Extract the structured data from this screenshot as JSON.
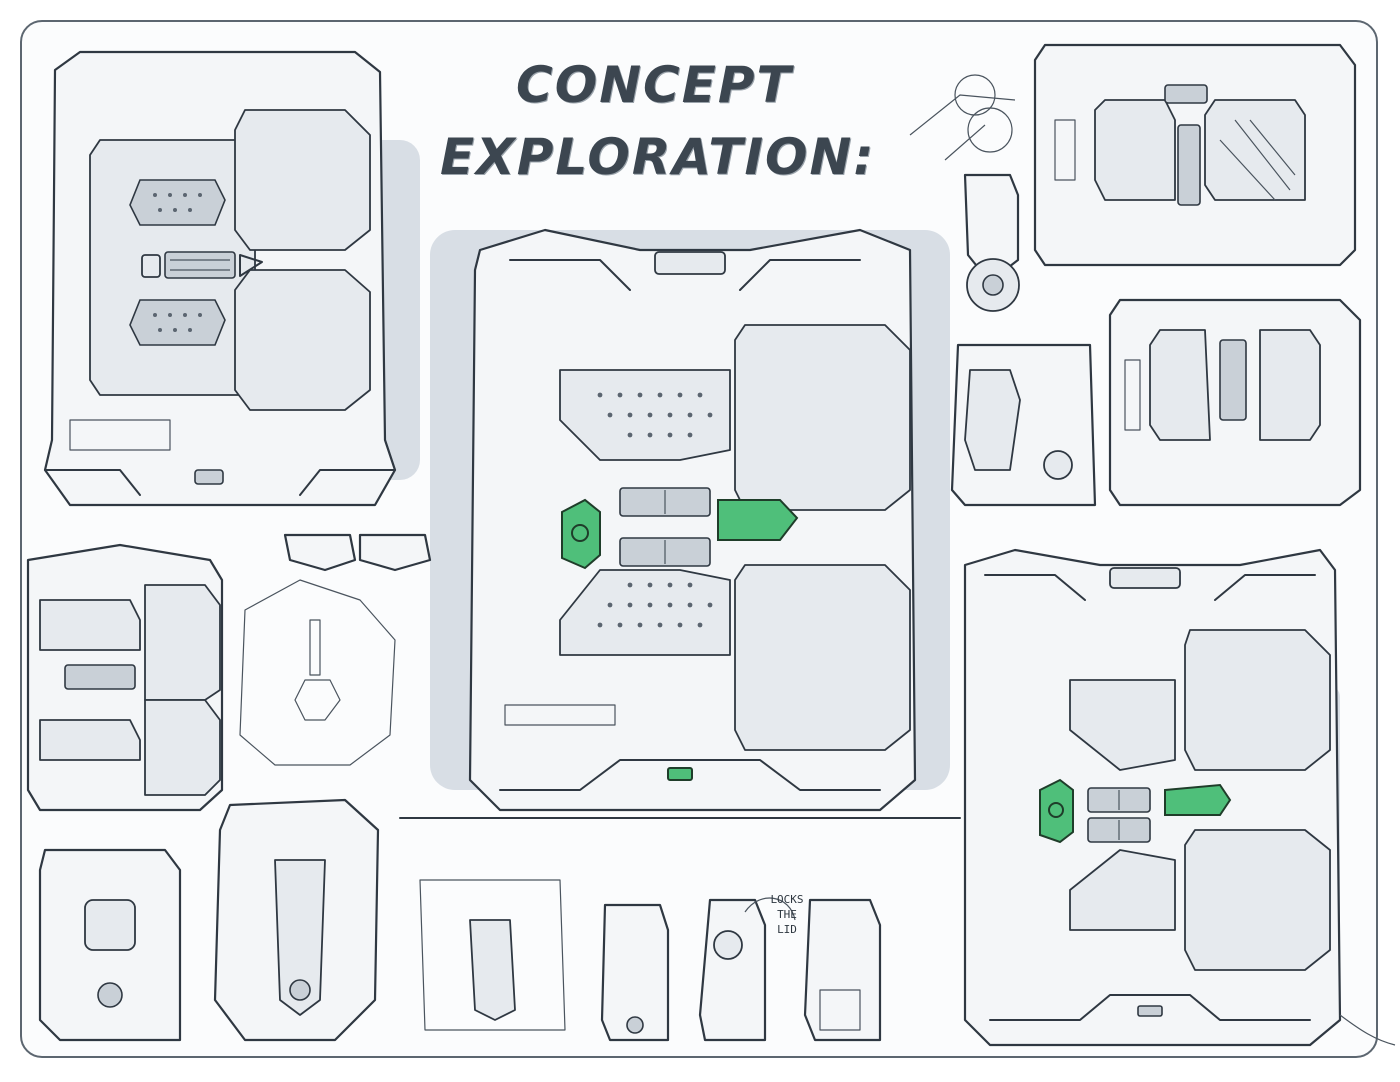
{
  "sheet": {
    "title_line1": "CONCEPT",
    "title_line2": "EXPLORATION:",
    "annotation": [
      "LOCKS",
      "THE",
      "LID"
    ]
  },
  "colors": {
    "ink": "#2f3842",
    "accent_green": "#4fbf7a",
    "shadow_blue": "#c5ced8",
    "frame": "#5c6670"
  },
  "icons": {
    "power": "power-icon"
  }
}
